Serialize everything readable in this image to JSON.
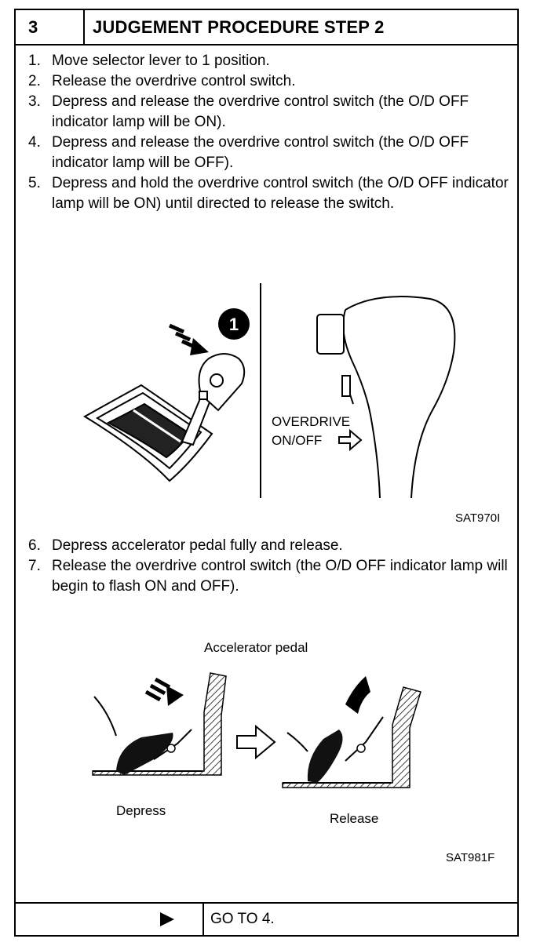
{
  "header": {
    "step_number": "3",
    "title": "JUDGEMENT PROCEDURE STEP 2"
  },
  "steps_a": [
    {
      "num": "1.",
      "text": "Move selector lever to 1 position."
    },
    {
      "num": "2.",
      "text": "Release the overdrive control switch."
    },
    {
      "num": "3.",
      "text": "Depress and release the overdrive control switch (the O/D OFF indicator lamp will be ON)."
    },
    {
      "num": "4.",
      "text": "Depress and release the overdrive control switch (the O/D OFF indicator lamp will be OFF)."
    },
    {
      "num": "5.",
      "text": "Depress and hold the overdrive control switch (the O/D OFF indicator lamp will be ON) until directed to release the switch."
    }
  ],
  "figure1": {
    "callout_number": "1",
    "label_line1": "OVERDRIVE",
    "label_line2": "ON/OFF",
    "code": "SAT970I"
  },
  "steps_b": [
    {
      "num": "6.",
      "text": "Depress accelerator pedal fully and release."
    },
    {
      "num": "7.",
      "text": "Release the overdrive control switch (the O/D OFF indicator lamp will begin to flash ON and OFF)."
    }
  ],
  "figure2": {
    "title": "Accelerator pedal",
    "label_depress": "Depress",
    "label_release": "Release",
    "code": "SAT981F"
  },
  "footer": {
    "arrow_icon": "play-right-icon",
    "text": "GO TO 4."
  }
}
